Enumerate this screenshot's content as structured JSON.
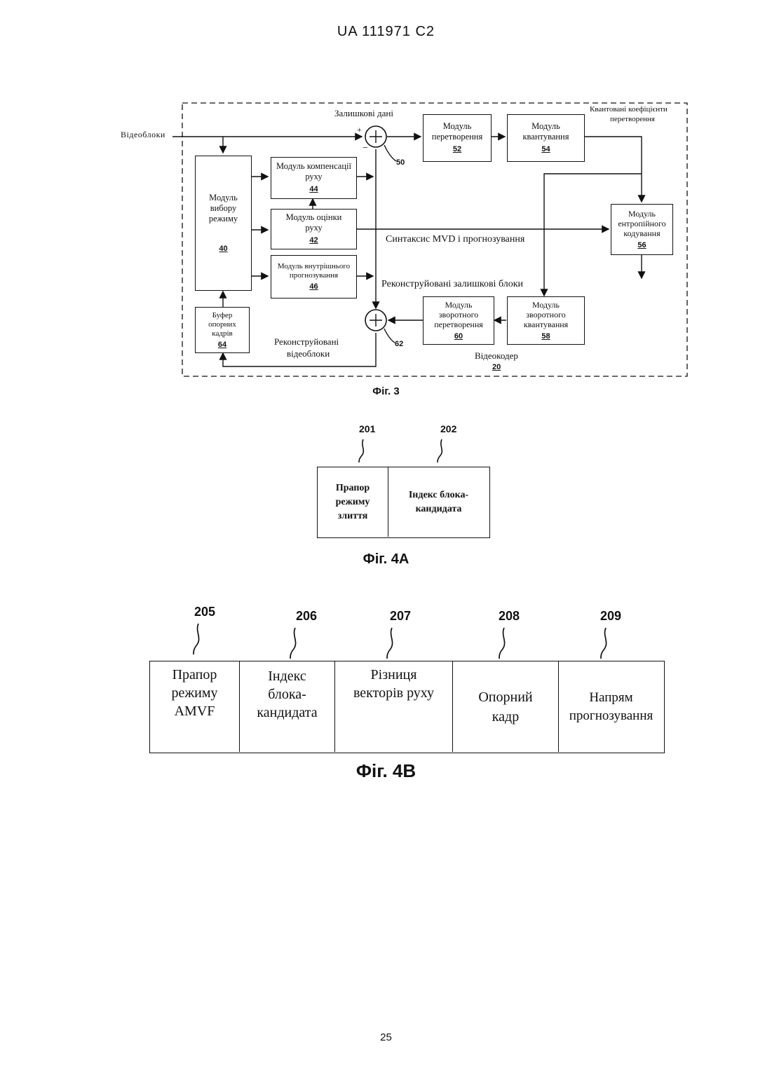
{
  "header": {
    "title": "UA   111971   C2"
  },
  "fig3": {
    "caption": "Фіг. 3",
    "labels": {
      "video_blocks": "Відеоблоки",
      "residual_data": "Залишкові дані",
      "quantized_coeffs_1": "Квантовані коефіцієнти",
      "quantized_coeffs_2": "перетворення",
      "mvd_syntax": "Синтаксис MVD і прогнозування",
      "recon_residual": "Реконструйовані залишкові блоки",
      "recon_video_1": "Реконструйовані",
      "recon_video_2": "відеоблоки",
      "encoder_name": "Відеокодер",
      "encoder_ref": "20",
      "plus": "+",
      "minus": "−",
      "sum1_ref": "50",
      "sum2_ref": "62"
    },
    "blocks": {
      "mode_select": {
        "text": "Модуль вибору режиму",
        "ref": "40"
      },
      "motion_comp": {
        "text": "Модуль компенсації руху",
        "ref": "44"
      },
      "motion_est": {
        "text": "Модуль оцінки руху",
        "ref": "42"
      },
      "intra_pred": {
        "text": "Модуль внутрішнього прогнозування",
        "ref": "46"
      },
      "ref_buffer": {
        "text": "Буфер опорних кадрів",
        "ref": "64"
      },
      "transform": {
        "text": "Модуль перетворення",
        "ref": "52"
      },
      "quant": {
        "text": "Модуль квантування",
        "ref": "54"
      },
      "entropy": {
        "text": "Модуль ентропійного кодування",
        "ref": "56"
      },
      "inv_transform": {
        "text": "Модуль зворотного перетворення",
        "ref": "60"
      },
      "inv_quant": {
        "text": "Модуль зворотного квантування",
        "ref": "58"
      }
    }
  },
  "fig4a": {
    "caption": "Фіг. 4A",
    "callouts": [
      "201",
      "202"
    ],
    "cells": [
      "Прапор режиму злиття",
      "Індекс блока-кандидата"
    ]
  },
  "fig4b": {
    "caption": "Фіг. 4B",
    "callouts": [
      "205",
      "206",
      "207",
      "208",
      "209"
    ],
    "cells": [
      "Прапор режиму AMVF",
      "Індекс блока-кандидата",
      "Різниця векторів руху",
      "Опорний кадр",
      "Напрям прогнозування"
    ]
  },
  "footer": {
    "page_number": "25"
  }
}
